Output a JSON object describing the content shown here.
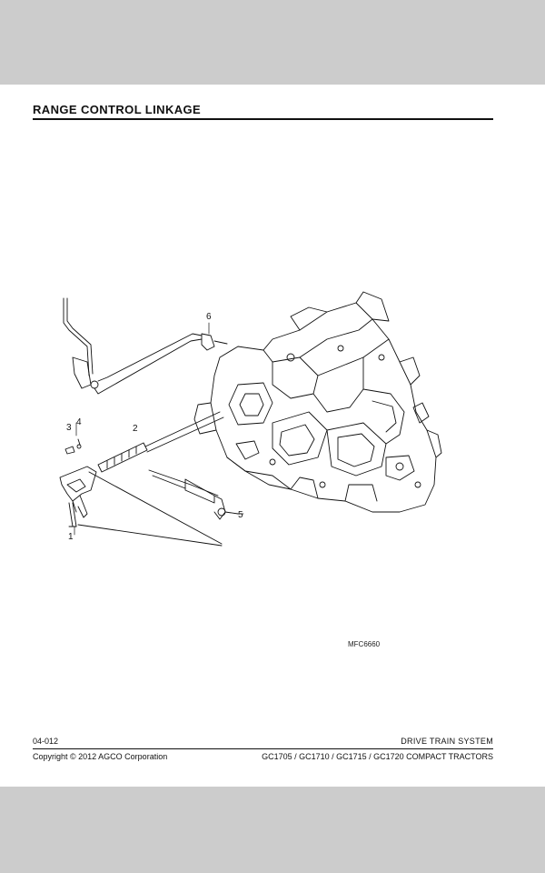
{
  "page": {
    "title": "RANGE CONTROL LINKAGE",
    "figure_code": "MFC6660",
    "callouts": [
      "1",
      "2",
      "3",
      "4",
      "5",
      "6"
    ],
    "footer": {
      "page_number": "04-012",
      "section": "DRIVE TRAIN SYSTEM",
      "copyright": "Copyright © 2012 AGCO Corporation",
      "models": "GC1705 / GC1710 / GC1715 / GC1720 COMPACT TRACTORS"
    }
  }
}
